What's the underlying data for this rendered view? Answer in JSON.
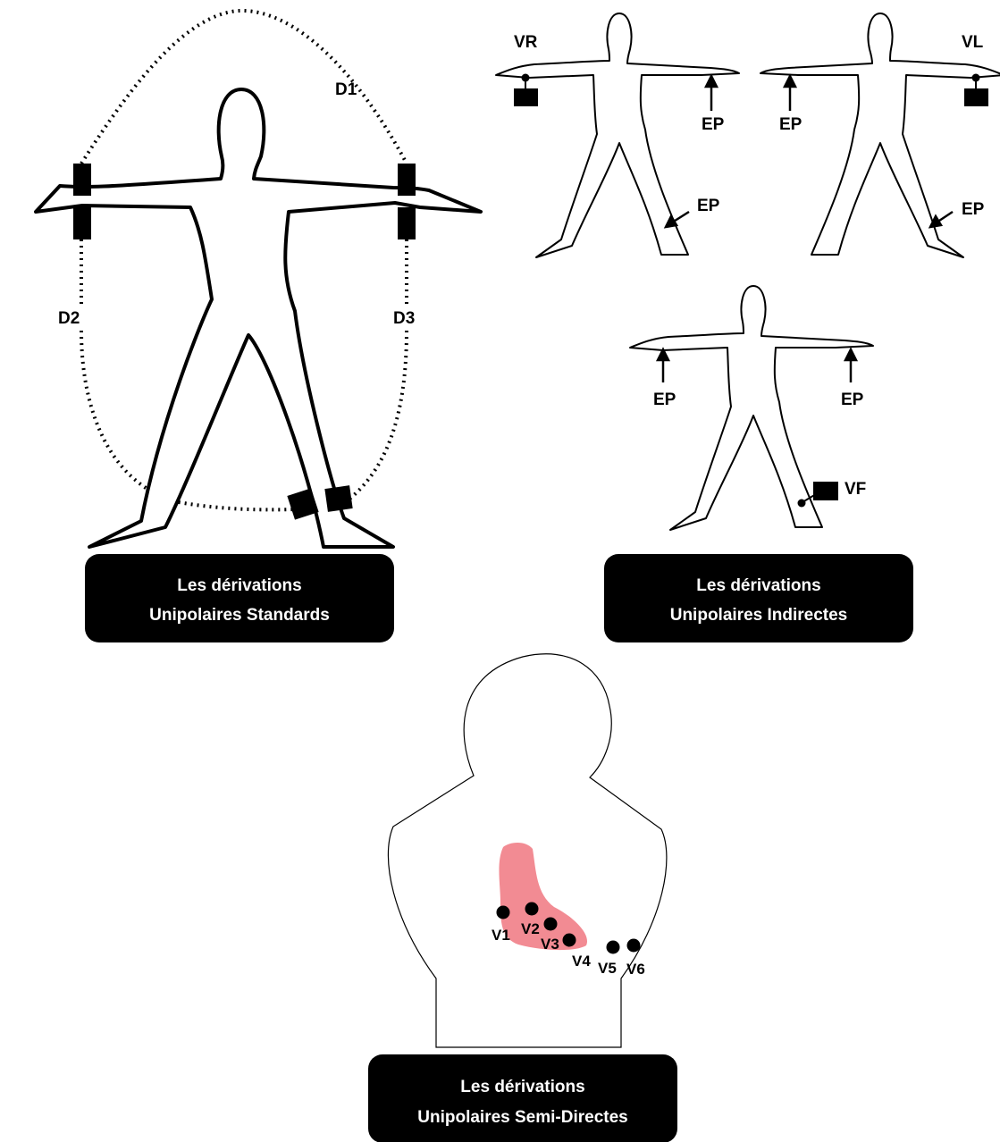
{
  "colors": {
    "heart": "#f28b93",
    "ink": "#000000",
    "caption_text": "#ffffff"
  },
  "standard": {
    "labels": {
      "d1": "D1",
      "d2": "D2",
      "d3": "D3"
    },
    "caption": {
      "line1": "Les dérivations",
      "line2": "Unipolaires Standards"
    }
  },
  "indirect": {
    "vr_figure": {
      "name": "VR",
      "ep_arm": "EP",
      "ep_leg": "EP"
    },
    "vl_figure": {
      "name": "VL",
      "ep_arm": "EP",
      "ep_leg": "EP"
    },
    "vf_figure": {
      "name": "VF",
      "ep_right_arm": "EP",
      "ep_left_arm": "EP"
    },
    "caption": {
      "line1": "Les dérivations",
      "line2": "Unipolaires Indirectes"
    }
  },
  "semi_direct": {
    "electrodes": [
      "V1",
      "V2",
      "V3",
      "V4",
      "V5",
      "V6"
    ],
    "caption": {
      "line1": "Les dérivations",
      "line2": "Unipolaires Semi-Directes"
    }
  }
}
